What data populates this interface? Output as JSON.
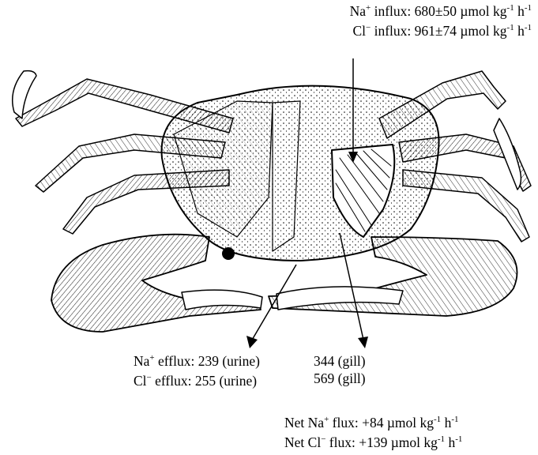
{
  "influx": {
    "na_label": "Na",
    "na_sup": "+",
    "na_text": " influx: 680±50 µmol kg",
    "cl_label": "Cl",
    "cl_sup": "−",
    "cl_text": " influx: 961±74 µmol kg",
    "unit_kg_exp": "-1",
    "unit_h": " h",
    "unit_h_exp": "-1"
  },
  "efflux": {
    "na_label": "Na",
    "na_sup": "+",
    "na_text": " efflux: 239 (urine)",
    "cl_label": "Cl",
    "cl_sup": "−",
    "cl_text": " efflux: 255 (urine)"
  },
  "gill": {
    "na_value": "344 (gill)",
    "cl_value": "569 (gill)"
  },
  "net": {
    "na_prefix": "Net Na",
    "na_sup": "+",
    "na_text": " flux: +84 µmol kg",
    "cl_prefix": "Net Cl",
    "cl_sup": "−",
    "cl_text": " flux: +139 µmol kg",
    "unit_kg_exp": "-1",
    "unit_h": " h",
    "unit_h_exp": "-1"
  }
}
